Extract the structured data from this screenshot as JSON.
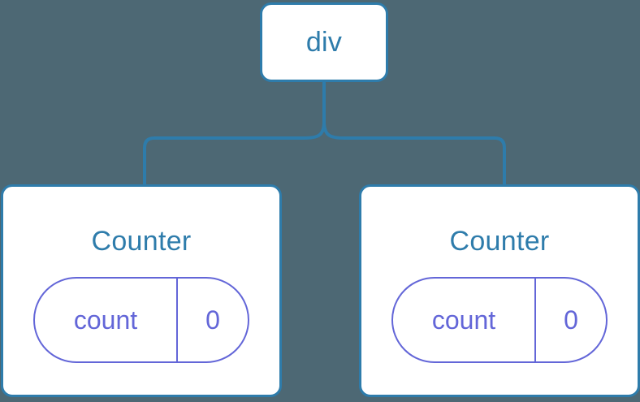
{
  "diagram": {
    "type": "component-tree",
    "background_color": "#4d6874",
    "node_border_color": "#2e7cab",
    "node_fill_color": "#ffffff",
    "title_color": "#2e7cab",
    "state_color": "#6366d8",
    "connector_color": "#2e7cab",
    "root": {
      "label": "div"
    },
    "children": [
      {
        "label": "Counter",
        "state": {
          "key": "count",
          "value": "0"
        }
      },
      {
        "label": "Counter",
        "state": {
          "key": "count",
          "value": "0"
        }
      }
    ],
    "edges": [
      {
        "from": "div",
        "to": "Counter (left)"
      },
      {
        "from": "div",
        "to": "Counter (right)"
      }
    ]
  }
}
